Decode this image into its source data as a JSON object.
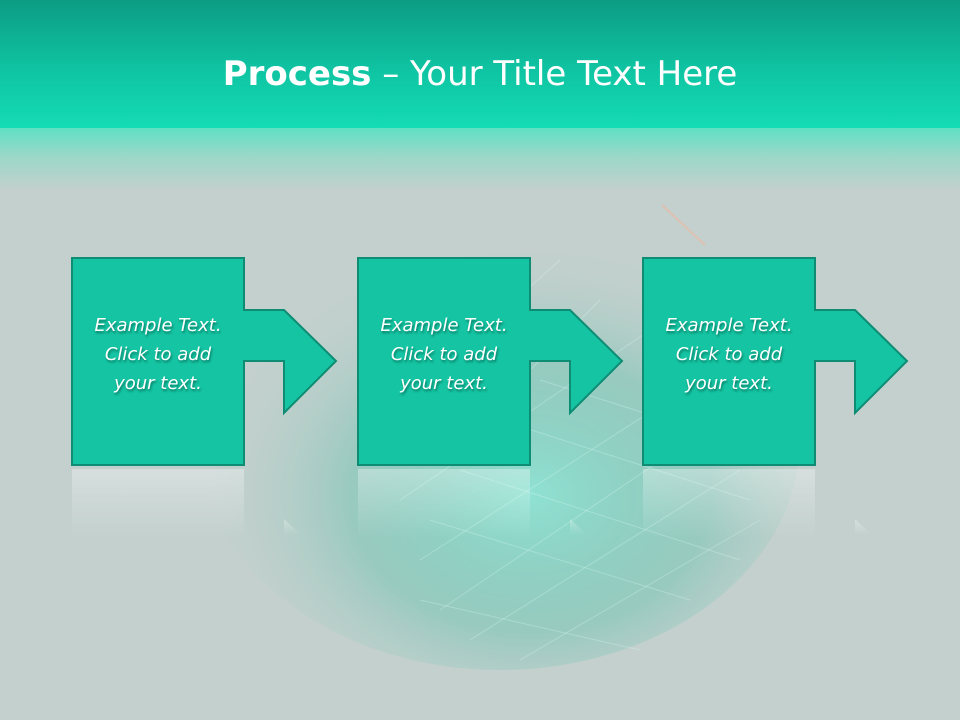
{
  "slide": {
    "title_bold": "Process",
    "title_rest": " – Your Title Text Here"
  },
  "steps": [
    {
      "line1": "Example Text.",
      "line2": "Click  to add",
      "line3": "your text."
    },
    {
      "line1": "Example Text.",
      "line2": "Click  to add",
      "line3": "your text."
    },
    {
      "line1": "Example Text.",
      "line2": "Click  to add",
      "line3": "your text."
    }
  ],
  "colors": {
    "accent": "#14c4a2",
    "header": "#0fc4a2",
    "shape_border": "#0e8c74",
    "background": "#c3d0cd"
  },
  "icons": [
    "arrow-right-icon"
  ]
}
